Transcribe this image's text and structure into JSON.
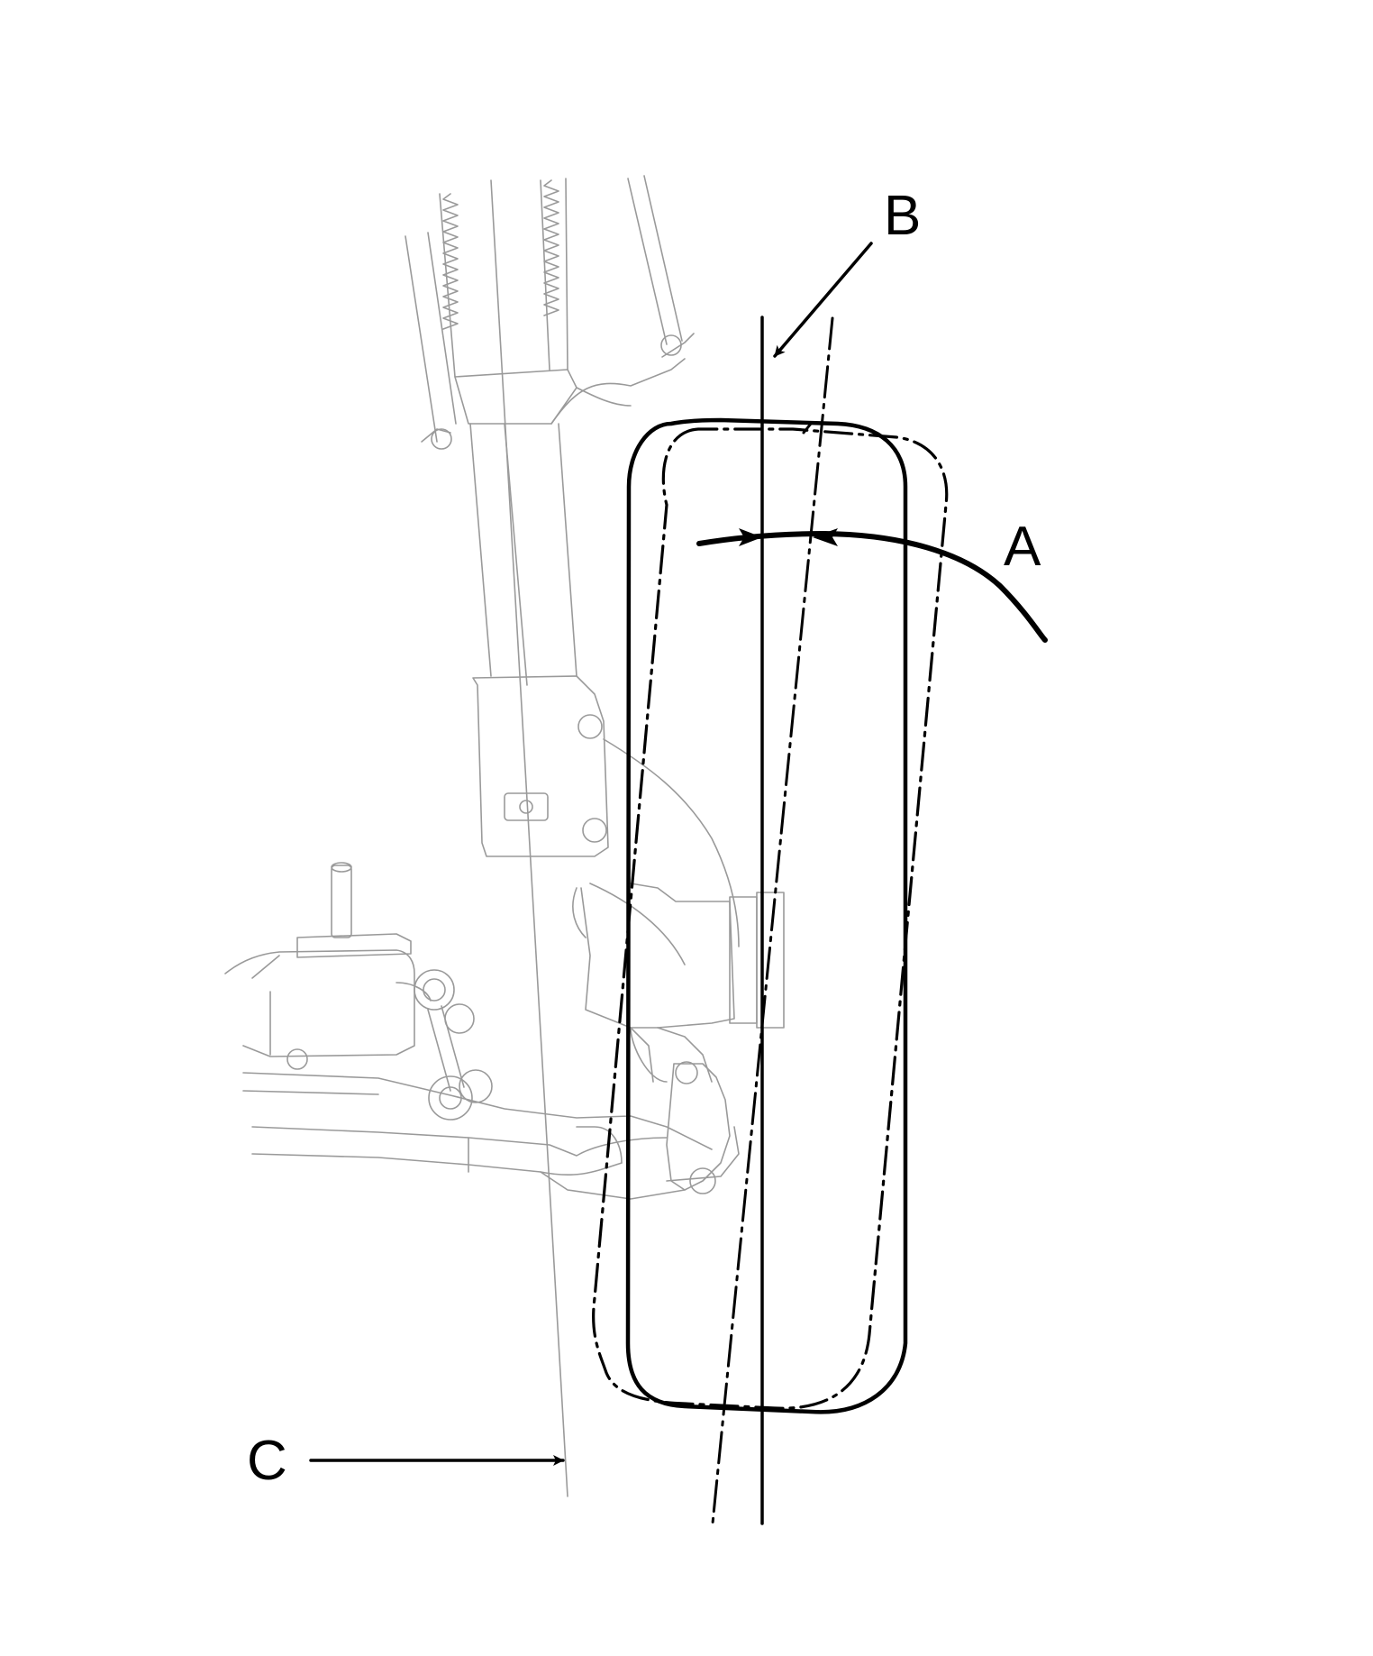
{
  "labels": {
    "a": "A",
    "b": "B",
    "c": "C"
  },
  "colors": {
    "ink": "#000000",
    "ghost": "#9a9a9a",
    "background": "#ffffff"
  }
}
